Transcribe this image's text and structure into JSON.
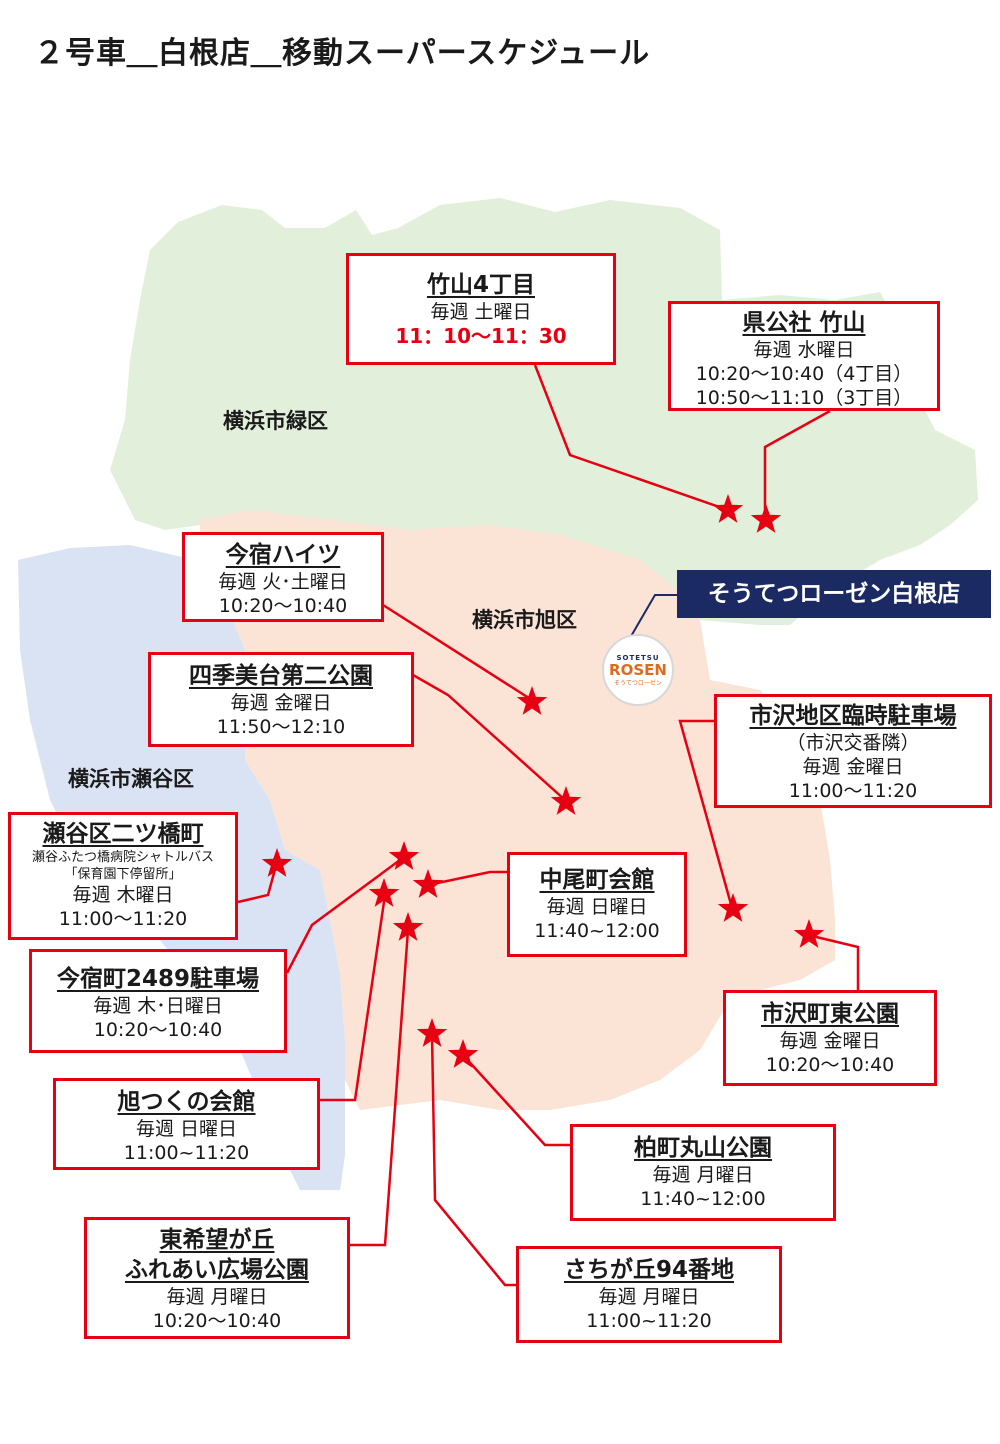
{
  "title": "２号車＿白根店＿移動スーパースケジュール",
  "wards": {
    "midori": "横浜市緑区",
    "asahi": "横浜市旭区",
    "seya": "横浜市瀬谷区"
  },
  "store": {
    "label": "そうてつローゼン白根店",
    "logo_top": "SOTETSU",
    "logo_main": "ROSEN",
    "logo_sub": "そうてつローゼン"
  },
  "stops": [
    {
      "name": "竹山4丁目",
      "schedule": "毎週 土曜日",
      "time": "11：10～11：30"
    },
    {
      "name": "県公社 竹山",
      "schedule": "毎週 水曜日",
      "time1": "10:20～10:40（4丁目）",
      "time2": "10:50～11:10（3丁目）"
    },
    {
      "name": "今宿ハイツ",
      "schedule": "毎週 火･土曜日",
      "time": "10:20～10:40"
    },
    {
      "name": "四季美台第二公園",
      "schedule": "毎週 金曜日",
      "time": "11:50～12:10"
    },
    {
      "name": "市沢地区臨時駐車場",
      "note": "（市沢交番隣）",
      "schedule": "毎週 金曜日",
      "time": "11:00～11:20"
    },
    {
      "name": "瀬谷区二ツ橋町",
      "note1": "瀬谷ふたつ橋病院シャトルバス",
      "note2": "「保育園下停留所」",
      "schedule": "毎週 木曜日",
      "time": "11:00～11:20"
    },
    {
      "name": "中尾町会館",
      "schedule": "毎週 日曜日",
      "time": "11:40~12:00"
    },
    {
      "name": "今宿町2489駐車場",
      "schedule": "毎週 木･日曜日",
      "time": "10:20～10:40"
    },
    {
      "name": "市沢町東公園",
      "schedule": "毎週 金曜日",
      "time": "10:20～10:40"
    },
    {
      "name": "旭つくの会館",
      "schedule": "毎週 日曜日",
      "time": "11:00~11:20"
    },
    {
      "name": "柏町丸山公園",
      "schedule": "毎週 月曜日",
      "time": "11:40~12:00"
    },
    {
      "name": "東希望が丘",
      "name2": "ふれあい広場公園",
      "schedule": "毎週 月曜日",
      "time": "10:20～10:40"
    },
    {
      "name": "さちが丘94番地",
      "schedule": "毎週 月曜日",
      "time": "11:00~11:20"
    }
  ],
  "colors": {
    "midori_area": "#e2efda",
    "asahi_area": "#fbe3d6",
    "seya_area": "#dae3f3",
    "marker": "#e60012",
    "store_label_bg": "#1c2a63"
  }
}
